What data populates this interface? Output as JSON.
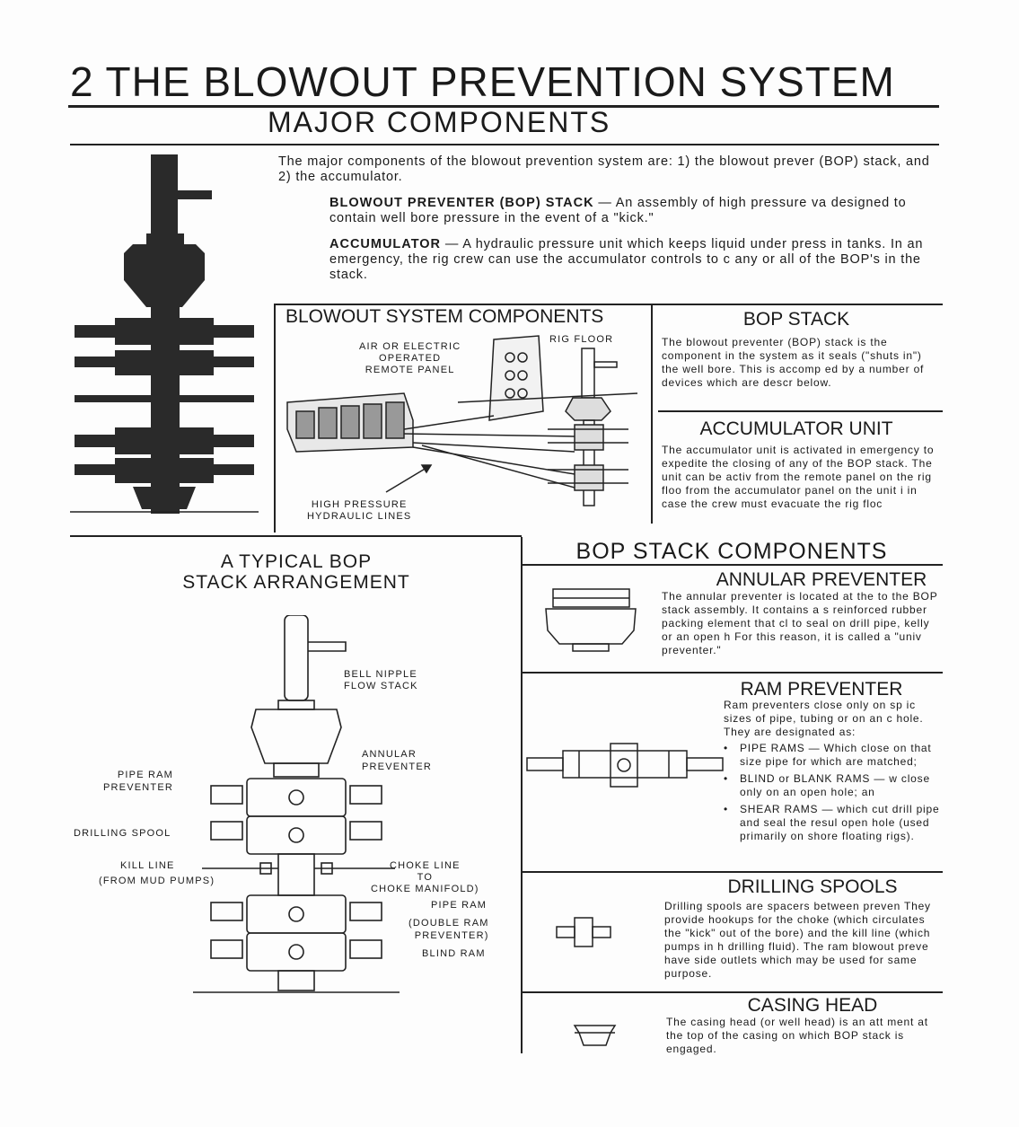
{
  "header": {
    "title": "2 THE BLOWOUT PREVENTION SYSTEM",
    "subtitle": "MAJOR COMPONENTS"
  },
  "intro": {
    "text": "The major components of the blowout prevention system are:  1)  the blowout prever (BOP) stack, and  2)  the accumulator.",
    "bop_term": "BLOWOUT PREVENTER (BOP) STACK",
    "bop_def": " — An assembly of high pressure va designed to contain well bore pressure in the event of a \"kick.\"",
    "acc_term": "ACCUMULATOR",
    "acc_def": " — A hydraulic pressure unit which keeps liquid under press in tanks. In an emergency, the rig crew can use the accumulator controls to c any or all of the BOP's in the stack."
  },
  "system_diagram": {
    "title": "BLOWOUT SYSTEM COMPONENTS",
    "remote_panel_label": "AIR OR ELECTRIC\nOPERATED\nREMOTE PANEL",
    "rig_floor_label": "RIG FLOOR",
    "hydraulic_label": "HIGH PRESSURE\nHYDRAULIC LINES"
  },
  "bop_stack_box": {
    "title": "BOP STACK",
    "text": "The blowout preventer (BOP) stack is the component in the system as it seals (\"shuts in\") the well bore. This is accomp ed by a number of devices which are descr below."
  },
  "accumulator_box": {
    "title": "ACCUMULATOR UNIT",
    "text": "The accumulator unit is activated in emergency to expedite the closing of any of the BOP stack. The unit can be activ from the remote panel on the rig floo from the accumulator panel on the unit i in case the crew must evacuate the rig floc"
  },
  "arrangement": {
    "title": "A TYPICAL BOP\nSTACK ARRANGEMENT",
    "labels": {
      "bell_nipple": "BELL NIPPLE\nFLOW STACK",
      "annular": "ANNULAR\nPREVENTER",
      "pipe_ram_preventer": "PIPE RAM\nPREVENTER",
      "drilling_spool": "DRILLING SPOOL",
      "kill_line": "KILL LINE",
      "from_mud_pumps": "(FROM MUD PUMPS)",
      "choke_line": "CHOKE LINE\nTO\nCHOKE MANIFOLD)",
      "pipe_ram": "PIPE RAM",
      "double_ram": "(DOUBLE RAM\nPREVENTER)",
      "blind_ram": "BLIND RAM"
    }
  },
  "components": {
    "title": "BOP STACK COMPONENTS",
    "annular": {
      "title": "ANNULAR PREVENTER",
      "text": "The annular preventer is located at the to the BOP stack assembly. It contains a s reinforced rubber packing element that cl to seal on drill pipe, kelly or an open h For this reason, it is called a \"univ preventer.\""
    },
    "ram": {
      "title": "RAM PREVENTER",
      "intro": "Ram preventers close only on sp ic sizes of pipe, tubing or on an c hole. They are designated as:",
      "bullets": [
        "PIPE RAMS — Which close on that size pipe for which are matched;",
        "BLIND or BLANK RAMS — w close only on an open hole; an",
        "SHEAR RAMS — which cut drill pipe and seal the resul open hole (used primarily on shore floating rigs)."
      ]
    },
    "spools": {
      "title": "DRILLING SPOOLS",
      "text": "Drilling spools are spacers between preven They provide hookups for the choke (which circulates the \"kick\" out of the bore) and the kill line (which pumps in h drilling fluid). The ram blowout preve have side outlets which may be used for same purpose."
    },
    "casing": {
      "title": "CASING HEAD",
      "text": "The casing head (or well head) is an att ment at the top of the casing on which BOP stack is engaged."
    }
  }
}
